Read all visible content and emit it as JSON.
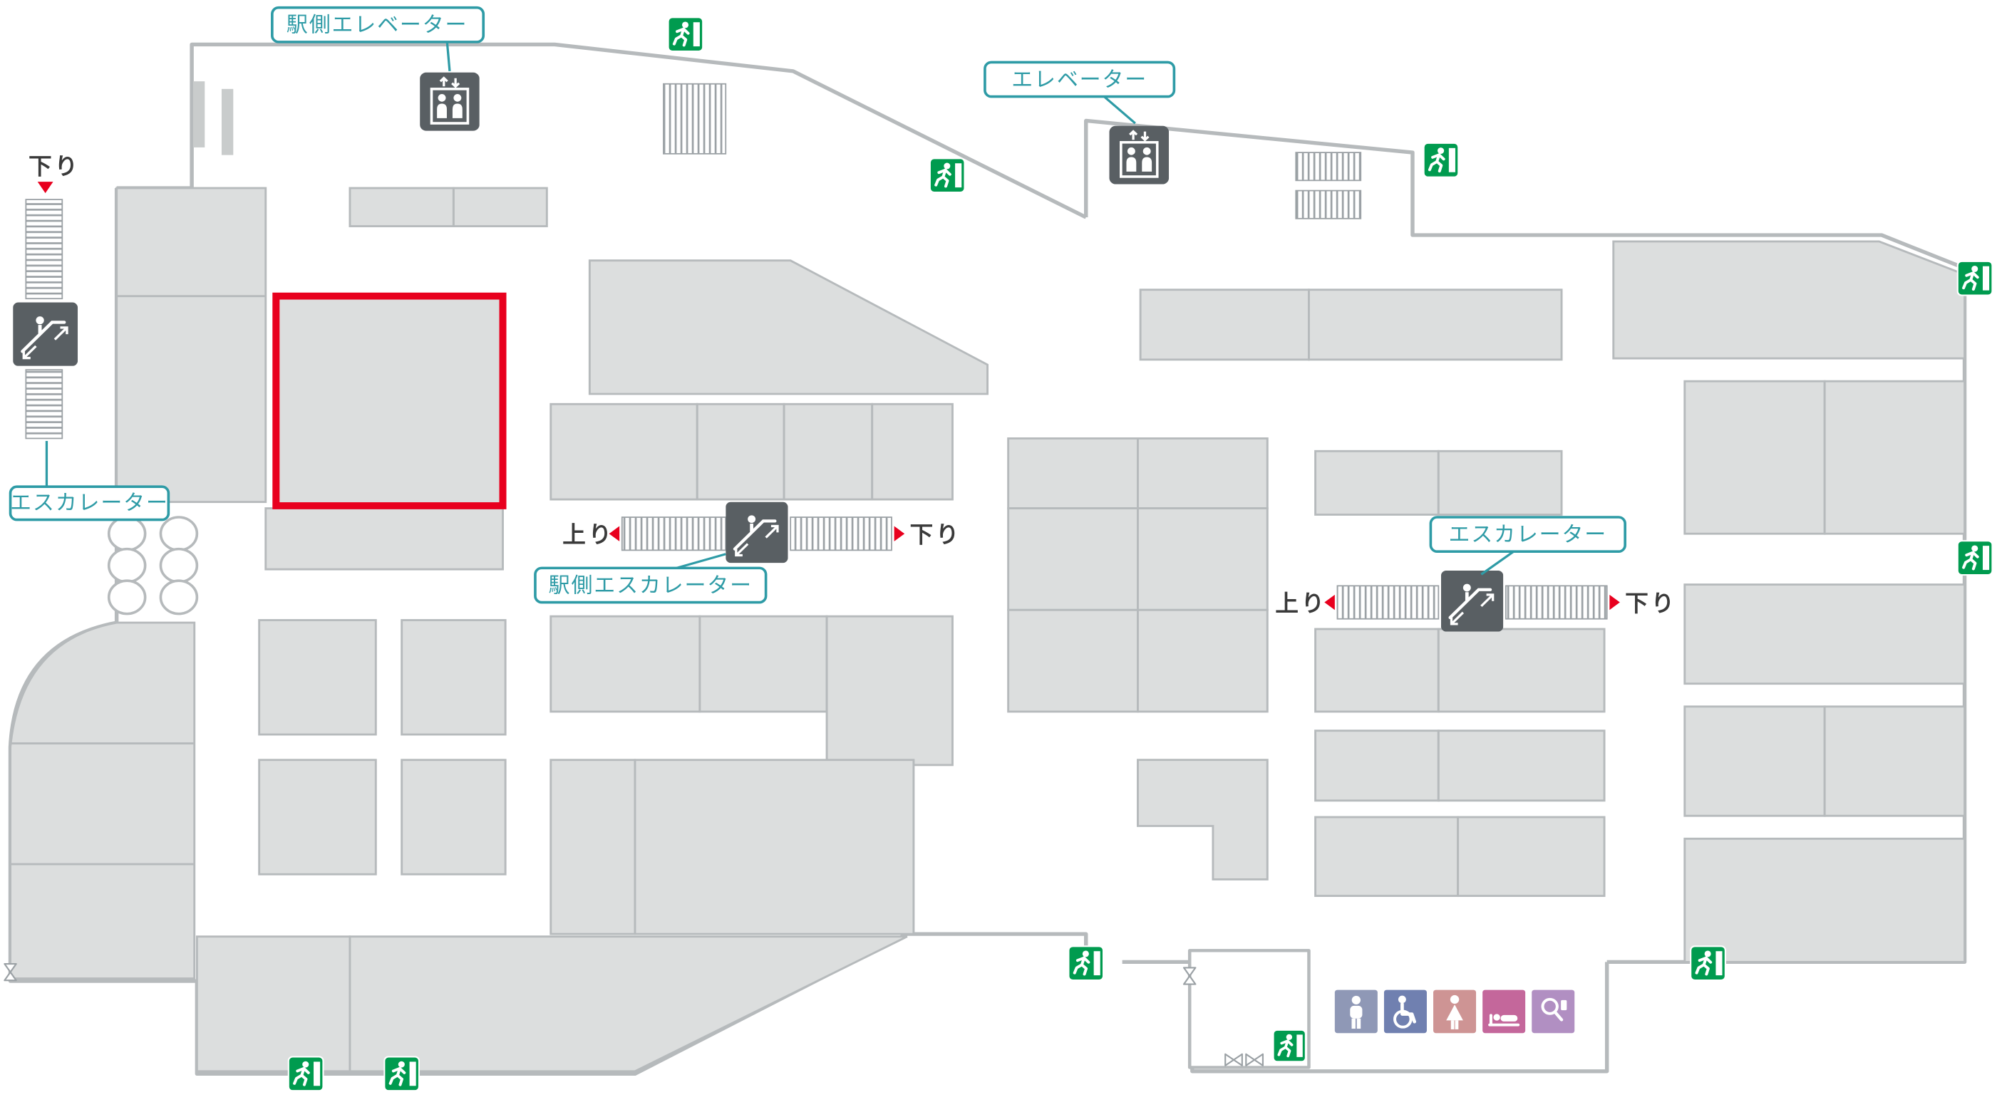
{
  "labels": {
    "station_elevator": "駅側エレベーター",
    "elevator": "エレベーター",
    "escalator": "エスカレーター",
    "station_escalator": "駅側エスカレーター"
  },
  "directions": {
    "up": "上り",
    "down": "下り"
  },
  "facilities": [
    {
      "name": "mens-toilet",
      "color": "#8F98B6"
    },
    {
      "name": "accessible-toilet",
      "color": "#7080B0"
    },
    {
      "name": "womens-toilet",
      "color": "#CE9494"
    },
    {
      "name": "baby-room",
      "color": "#C4679B"
    },
    {
      "name": "powder-room",
      "color": "#B18FC2"
    }
  ],
  "colors": {
    "accent_teal": "#2E9BA6",
    "highlight_red": "#E8001E",
    "exit_green": "#009B4F",
    "icon_gray": "#595F63",
    "block_fill": "#DCDEDE",
    "block_stroke": "#B6BABC"
  }
}
